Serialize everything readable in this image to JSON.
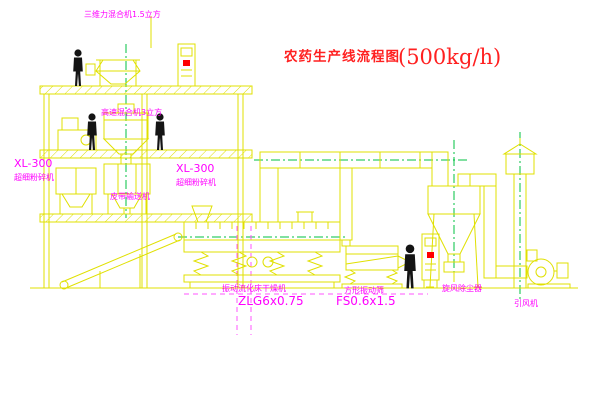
{
  "drawing": {
    "title": "农药生产线流程图",
    "title_capacity": "(500kg/h)"
  },
  "equipment_labels": {
    "mixer_3d": "三维力混合机1.5立方",
    "high_speed_mixer": "高速混合机3立方",
    "pulverizer_left": {
      "model": "XL-300",
      "name": "超细粉碎机"
    },
    "pulverizer_right": {
      "model": "XL-300",
      "name": "超细粉碎机"
    },
    "belt_conveyor": "皮带输送机",
    "fluid_bed_dryer": {
      "name": "振动流化床干燥机",
      "model": "ZLG6x0.75"
    },
    "vibrating_screen": {
      "name": "方形振动筛",
      "model": "FS0.6x1.5"
    },
    "cyclone_dust_collector": "旋风除尘器",
    "induced_draft_fan": "引风机"
  },
  "colors": {
    "drawing_line_yellow": "#e0e000",
    "centerline_green": "#00c040",
    "layout_line_magenta": "#ff55ff",
    "label_magenta": "#ff00ff",
    "title_red": "#ff2020",
    "silhouette_black": "#141414",
    "indicator_red": "#ff0000",
    "background": "#ffffff"
  }
}
